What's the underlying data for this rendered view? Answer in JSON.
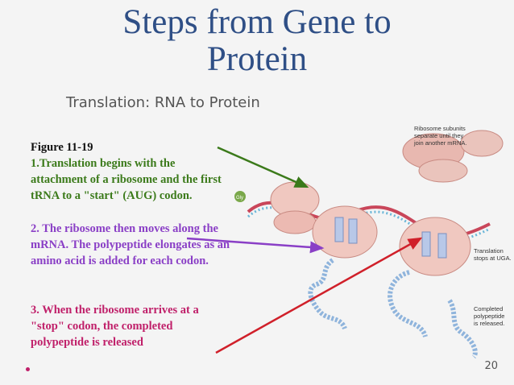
{
  "title": {
    "line1": "Steps from Gene to",
    "line2": "Protein"
  },
  "subtitle": "Translation: RNA to Protein",
  "figure_label": "Figure 11-19",
  "steps": {
    "step1": "1.Translation begins with the attachment of a ribosome and the first tRNA to a \"start\" (AUG) codon.",
    "step2": "2. The ribosome then moves along the mRNA. The polypeptide elongates as an amino acid is added for each codon.",
    "step3": "3. When the ribosome arrives at a \"stop\" codon, the completed polypeptide is released"
  },
  "diagram_labels": {
    "subunits_1": "Ribosome subunits",
    "subunits_2": "separate until they",
    "subunits_3": "join another mRNA.",
    "translation_1": "Translation",
    "translation_2": "stops at UGA.",
    "completed_1": "Completed",
    "completed_2": "polypeptide",
    "completed_3": "is released.",
    "gly": "Gly"
  },
  "slide_number": "20",
  "colors": {
    "title": "#2f4f86",
    "step1": "#3b7a1a",
    "step2": "#8a3fc6",
    "step3": "#c0206a"
  }
}
